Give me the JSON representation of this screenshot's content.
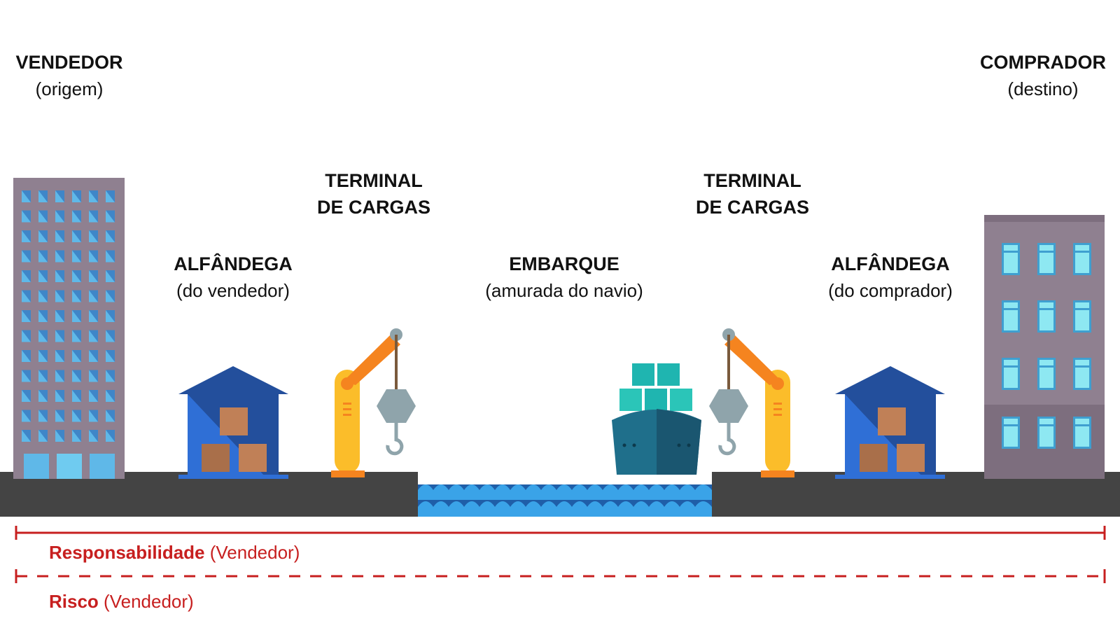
{
  "stations": {
    "seller": {
      "title": "VENDEDOR",
      "subtitle": "(origem)"
    },
    "customs_seller": {
      "title": "ALFÂNDEGA",
      "subtitle": "(do vendedor)"
    },
    "terminal_origin": {
      "title_line1": "TERMINAL",
      "title_line2": "DE CARGAS"
    },
    "shipping": {
      "title": "EMBARQUE",
      "subtitle": "(amurada do navio)"
    },
    "terminal_destination": {
      "title_line1": "TERMINAL",
      "title_line2": "DE CARGAS"
    },
    "customs_buyer": {
      "title": "ALFÂNDEGA",
      "subtitle": "(do comprador)"
    },
    "buyer": {
      "title": "COMPRADOR",
      "subtitle": "(destino)"
    }
  },
  "legend": {
    "responsibility": {
      "label": "Responsabilidade",
      "party": "(Vendedor)",
      "line_style": "solid"
    },
    "risk": {
      "label": "Risco",
      "party": "(Vendedor)",
      "line_style": "dashed"
    }
  },
  "colors": {
    "ground": "#444444",
    "water": "#3aa3e8",
    "water_dark": "#1f5ea8",
    "crane_orange": "#f5841f",
    "crane_yellow": "#fbbd2a",
    "warehouse_blue": "#234f9c",
    "building_purple": "#8f8090",
    "ship_hull": "#1f6f8b",
    "container_teal": "#1fb5b0",
    "legend_red": "#c71f1f"
  }
}
